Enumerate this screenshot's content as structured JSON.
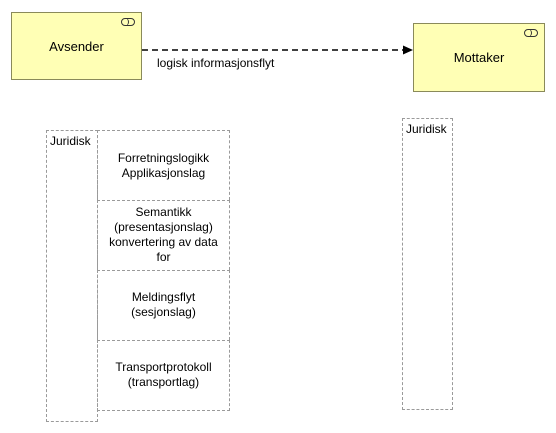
{
  "diagram": {
    "sender": {
      "label": "Avsender"
    },
    "receiver": {
      "label": "Mottaker"
    },
    "flow": {
      "label": "logisk informasjonsflyt"
    },
    "left_stack": {
      "label": "Juridisk",
      "layers": [
        {
          "text": "Forretningslogikk\nApplikasjonslag"
        },
        {
          "text": "Semantikk\n(presentasjonslag)\nkonvertering av data\nfor"
        },
        {
          "text": "Meldingsflyt\n(sesjonslag)"
        },
        {
          "text": "Transportprotokoll\n(transportlag)"
        }
      ]
    },
    "right_stack": {
      "label": "Juridisk"
    },
    "colors": {
      "node_fill": "#ffffb5",
      "node_border": "#8a8a5a",
      "dashed_border": "#9a9a9a",
      "connector": "#000000"
    }
  }
}
